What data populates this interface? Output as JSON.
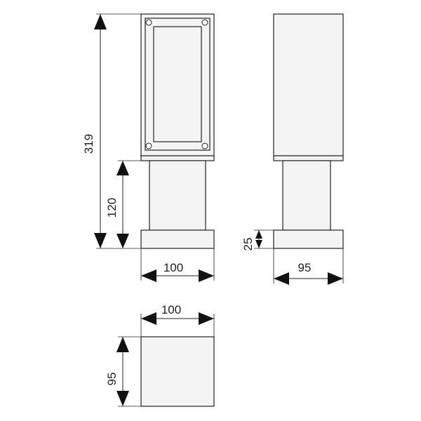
{
  "diagram": {
    "front_view": {
      "total_height": "319",
      "post_height": "120",
      "base_width": "100"
    },
    "side_view": {
      "base_height": "25",
      "base_depth": "95"
    },
    "top_view": {
      "width": "100",
      "depth": "95"
    }
  }
}
